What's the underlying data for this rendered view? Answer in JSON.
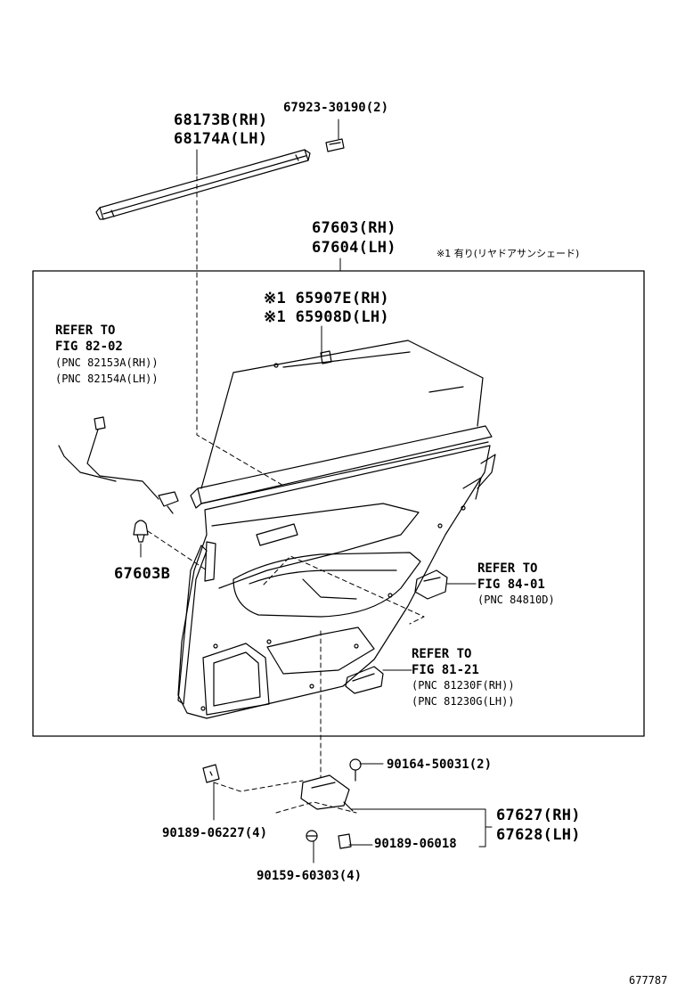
{
  "header_note": "※1 有り(リヤドアサンシェード)",
  "labels": {
    "p68173b": "68173B(RH)",
    "p68174a": "68174A(LH)",
    "p67923": "67923-30190(2)",
    "p67603": "67603(RH)",
    "p67604": "67604(LH)",
    "p65907e": "※1 65907E(RH)",
    "p65908d": "※1 65908D(LH)",
    "p67603b": "67603B",
    "p90164": "90164-50031(2)",
    "p67627": "67627(RH)",
    "p67628": "67628(LH)",
    "p90189a": "90189-06227(4)",
    "p90189b": "90189-06018",
    "p90159": "90159-60303(4)"
  },
  "refs": [
    {
      "line1": "REFER TO",
      "line2": "FIG 82-02",
      "line3": "(PNC 82153A(RH))",
      "line4": "(PNC 82154A(LH))"
    },
    {
      "line1": "REFER TO",
      "line2": "FIG 84-01",
      "line3": "(PNC 84810D)"
    },
    {
      "line1": "REFER TO",
      "line2": "FIG 81-21",
      "line3": "(PNC 81230F(RH))",
      "line4": "(PNC 81230G(LH))"
    }
  ],
  "figure_id": "677787"
}
